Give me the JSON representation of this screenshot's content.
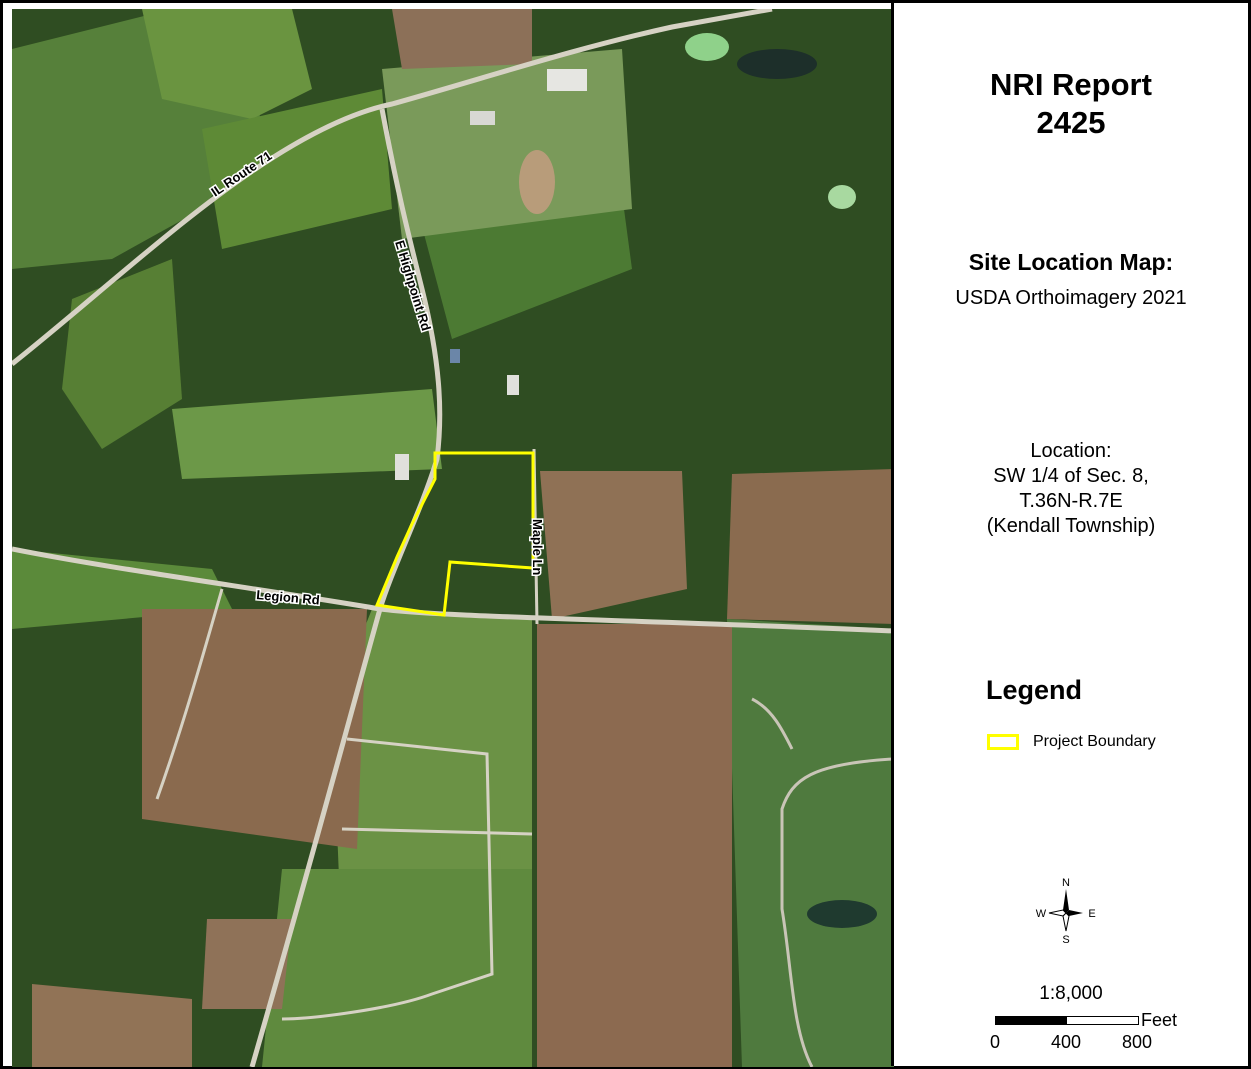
{
  "report": {
    "title_line1": "NRI Report",
    "title_line2": "2425"
  },
  "site_map": {
    "heading": "Site Location Map:",
    "source": "USDA Orthoimagery 2021"
  },
  "location": {
    "line1": "Location:",
    "line2": "SW 1/4 of Sec. 8,",
    "line3": "T.36N-R.7E",
    "line4": "(Kendall Township)"
  },
  "legend": {
    "title": "Legend",
    "items": [
      {
        "label": "Project Boundary",
        "color": "#ffff00"
      }
    ]
  },
  "north_arrow": {
    "n": "N",
    "s": "S",
    "e": "E",
    "w": "W"
  },
  "scale": {
    "ratio": "1:8,000",
    "unit": "Feet",
    "ticks": [
      "0",
      "400",
      "800"
    ]
  },
  "roads": {
    "route71": "IL Route 71",
    "highpoint": "E Highpoint Rd",
    "maple": "Maple Ln",
    "legion": "Legion Rd"
  },
  "colors": {
    "boundary": "#ffff00",
    "forest": "#2c4a1f",
    "field_brown": "#8a6a4e",
    "grass": "#5f8a3c",
    "road": "#d8d4c8"
  }
}
